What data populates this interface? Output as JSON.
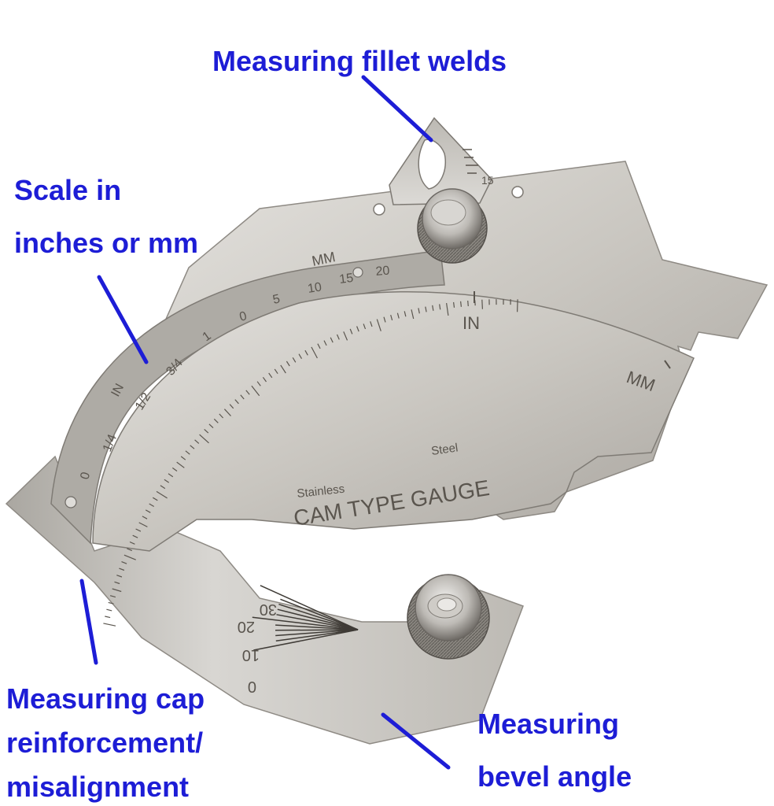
{
  "callouts": {
    "fillet": "Measuring fillet welds",
    "scale_line1": "Scale in",
    "scale_line2": "inches or mm",
    "cap_line1": "Measuring cap",
    "cap_line2": "reinforcement/",
    "cap_line3": "misalignment",
    "bevel_line1": "Measuring",
    "bevel_line2": "bevel angle"
  },
  "gauge": {
    "brand_small_1": "Stainless",
    "brand_small_2": "Steel",
    "brand_main": "CAM TYPE GAUGE",
    "unit_in": "IN",
    "unit_mm": "MM",
    "mm_scale_labels": [
      "MM",
      "0",
      "5",
      "10",
      "15",
      "20"
    ],
    "inch_scale_labels": [
      "IN",
      "0",
      "1/4",
      "1/2",
      "3/4",
      "1"
    ],
    "fillet_scale_label": "15",
    "angle_labels": [
      "0",
      "10",
      "20",
      "30"
    ]
  },
  "colors": {
    "callout_text": "#1d1dd6",
    "pointer_line": "#1d1dd6",
    "steel_light": "#d9d7d3",
    "steel_mid": "#b9b6b0",
    "steel_dark": "#8f8b85",
    "engraving": "#5a554e"
  },
  "icons": {
    "top_knob": "knurled-knob-icon",
    "bottom_knob": "knurled-knob-icon"
  }
}
